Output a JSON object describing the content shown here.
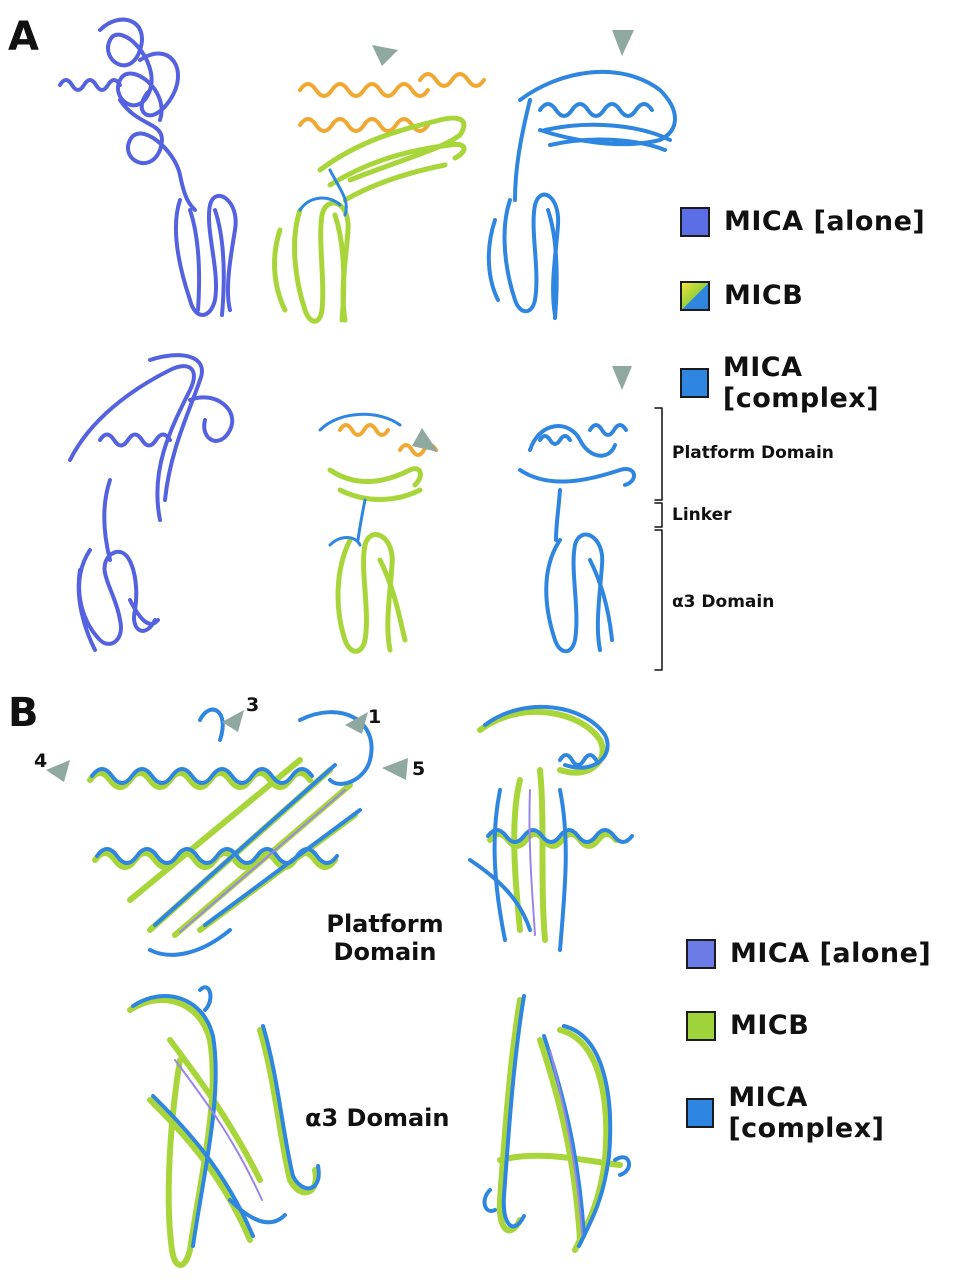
{
  "panels": {
    "a": "A",
    "b": "B"
  },
  "legend_a": [
    {
      "label": "MICA [alone]",
      "color": "#5b6ee6"
    },
    {
      "label": "MICB",
      "color": "#9fd33a",
      "color2": "#2f86e0"
    },
    {
      "label": "MICA [complex]",
      "color": "#2f86e0"
    }
  ],
  "legend_b": [
    {
      "label": "MICA [alone]",
      "color": "#6b7be8"
    },
    {
      "label": "MICB",
      "color": "#9fd33a"
    },
    {
      "label": "MICA [complex]",
      "color": "#2f86e0"
    }
  ],
  "domains_a": {
    "platform": "Platform Domain",
    "linker": "Linker",
    "a3": "α3 Domain"
  },
  "labels_b": {
    "platform_line1": "Platform",
    "platform_line2": "Domain",
    "a3": "α3 Domain"
  },
  "arrow_numbers": [
    "1",
    "3",
    "4",
    "5"
  ],
  "colors": {
    "mica_alone": "#5562e0",
    "micb_green": "#a8d63a",
    "micb_helix": "#f0a830",
    "mica_complex": "#2f86e0",
    "arrowhead": "#8fa8a0"
  }
}
